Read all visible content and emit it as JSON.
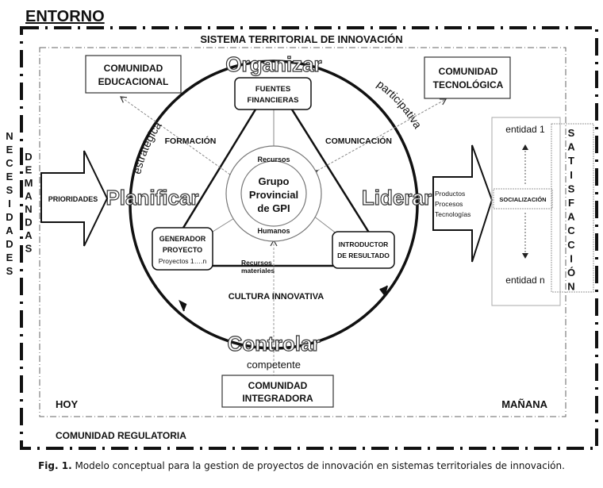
{
  "title": "ENTORNO",
  "system_title": "SISTEMA TERRITORIAL DE INNOVACIÓN",
  "verbs": {
    "top": "Organizar",
    "bottom": "Controlar",
    "left": "Planificar",
    "right": "Liderar"
  },
  "boxes": {
    "fuentes": [
      "FUENTES",
      "FINANCIERAS"
    ],
    "educacional": [
      "COMUNIDAD",
      "EDUCACIONAL"
    ],
    "tecnologica": [
      "COMUNIDAD",
      "TECNOLÓGICA"
    ],
    "integradora": [
      "COMUNIDAD",
      "INTEGRADORA"
    ],
    "generador": [
      "GENERADOR",
      "PROYECTO",
      "Proyectos  1….n"
    ],
    "introductor": [
      "INTRODUCTOR",
      "DE RESULTADO"
    ]
  },
  "center": {
    "recursos": "Recursos",
    "grupo": [
      "Grupo",
      "Provincial",
      "de GPI"
    ],
    "humanos": "Humanos"
  },
  "labels": {
    "estrategica": "estratégica",
    "participativa": "participativa",
    "competente": "competente",
    "formacion": "FORMACIÓN",
    "comunicacion": "COMUNICACIÓN",
    "recursos_materiales": [
      "Recursos",
      "materiales"
    ],
    "cultura": "CULTURA  INNOVATIVA",
    "prioridades": "PRIORIDADES",
    "outputs": [
      "Productos",
      "Procesos",
      "Tecnologías"
    ],
    "socializacion": "SOCIALIZACIÓN",
    "entidad1": "entidad 1",
    "entidadn": "entidad n",
    "hoy": "HOY",
    "manana": "MAÑANA",
    "regulatoria": "COMUNIDAD REGULATORIA"
  },
  "vertical": {
    "necesidades": [
      "N",
      "E",
      "C",
      "E",
      "S",
      "I",
      "D",
      "A",
      "D",
      "E",
      "S"
    ],
    "demandas": [
      "D",
      "E",
      "M",
      "A",
      "N",
      "D",
      "A",
      "S"
    ],
    "satisfaccion": [
      "S",
      "A",
      "T",
      "I",
      "S",
      "F",
      "A",
      "C",
      "C",
      "I",
      "Ó",
      "N"
    ]
  },
  "caption": {
    "label": "Fig. 1.",
    "text": " Modelo conceptual para la gestion de proyectos de innovación en sistemas territoriales de innovación."
  }
}
